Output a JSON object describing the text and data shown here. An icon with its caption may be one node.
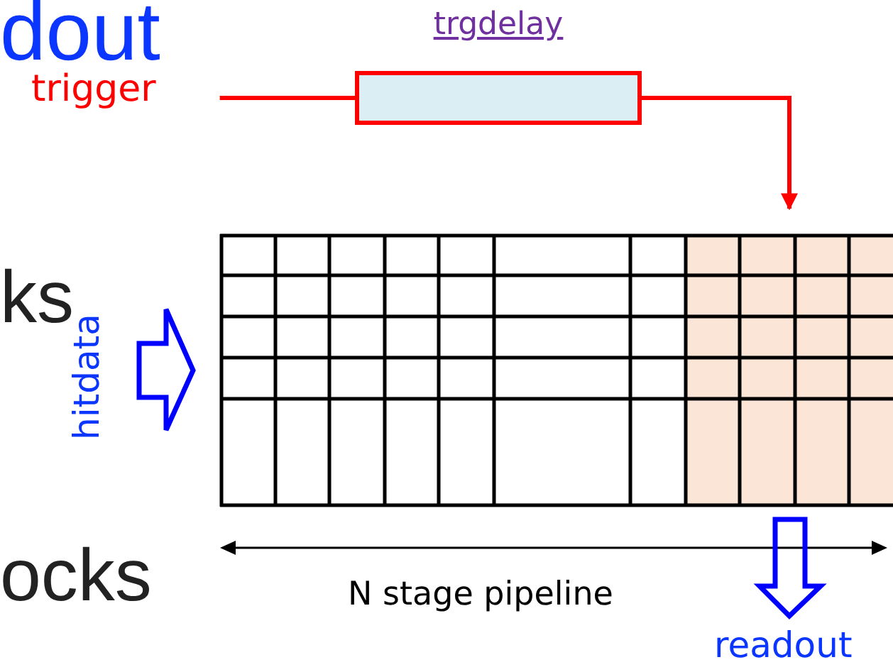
{
  "diagram": {
    "nodes": [
      {
        "text": [
          "trigger"
        ]
      },
      {
        "text": [
          "trgdelay"
        ]
      },
      {
        "text": [],
        "shape": "box"
      },
      {
        "text": [
          "hitdata"
        ]
      },
      {
        "text": [
          "readout"
        ]
      }
    ],
    "edges": [
      {
        "from": 0,
        "to": 1,
        "arrow": "none",
        "color": "#ff0000"
      },
      {
        "from": 1,
        "to": 2,
        "arrow": "to",
        "color": "#ff0000"
      },
      {
        "from": 3,
        "to": 2,
        "arrow": "to",
        "style": "thick",
        "color": "#0000ff"
      },
      {
        "from": 2,
        "to": 4,
        "arrow": "to",
        "style": "thick",
        "color": "#0000ff"
      }
    ],
    "labels": [
      "dout",
      "ks",
      "ocks",
      "N stage pipeline"
    ]
  }
}
